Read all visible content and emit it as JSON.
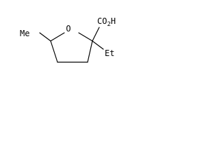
{
  "molecule": {
    "substituents": {
      "methyl": "Me",
      "carboxyl": "CO",
      "carboxyl_h": "H",
      "ethyl": "Et"
    },
    "heteroatoms": {
      "ring_oxygen": "O"
    },
    "subscripts": {
      "carboxyl_2": "2"
    }
  }
}
